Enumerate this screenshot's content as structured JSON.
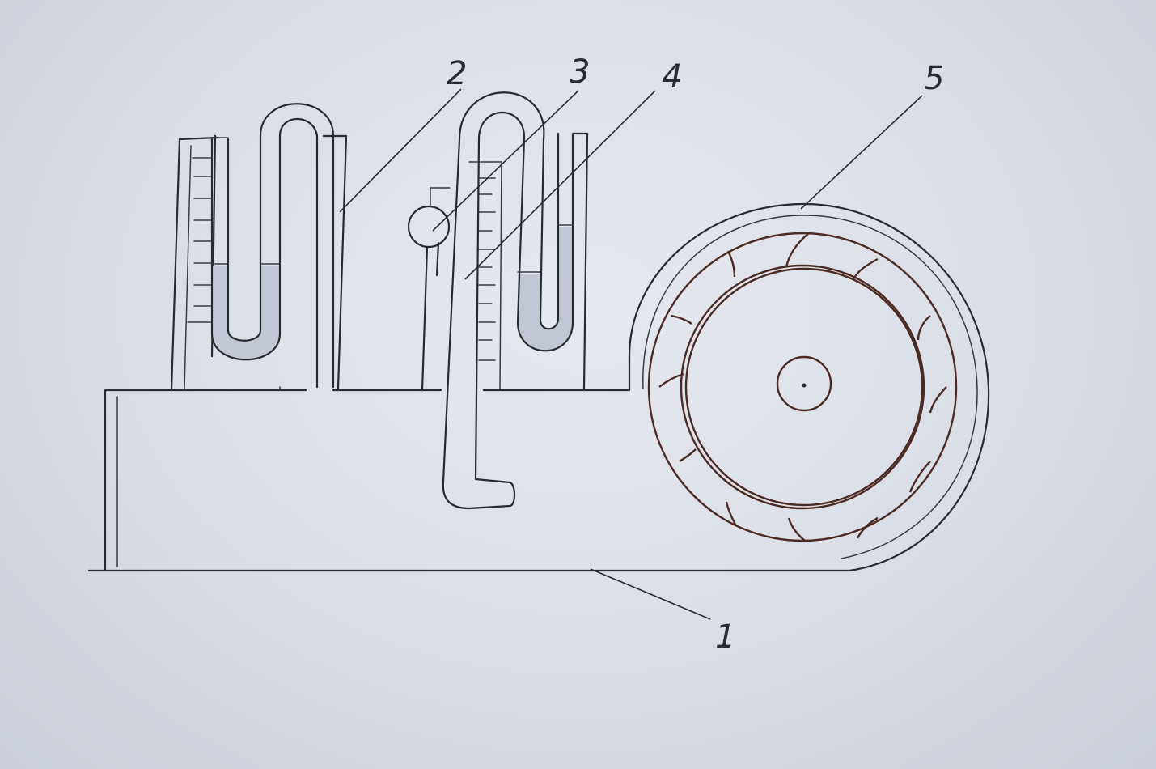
{
  "diagram": {
    "labels": {
      "base": "1",
      "manometer": "2",
      "ball": "3",
      "pitot_tube": "4",
      "fan": "5"
    },
    "colors": {
      "paper": "#d9dde5",
      "ink": "#2a2a2e",
      "fan_ink": "#4a2a22",
      "liquid": "#c2c8d3"
    }
  }
}
